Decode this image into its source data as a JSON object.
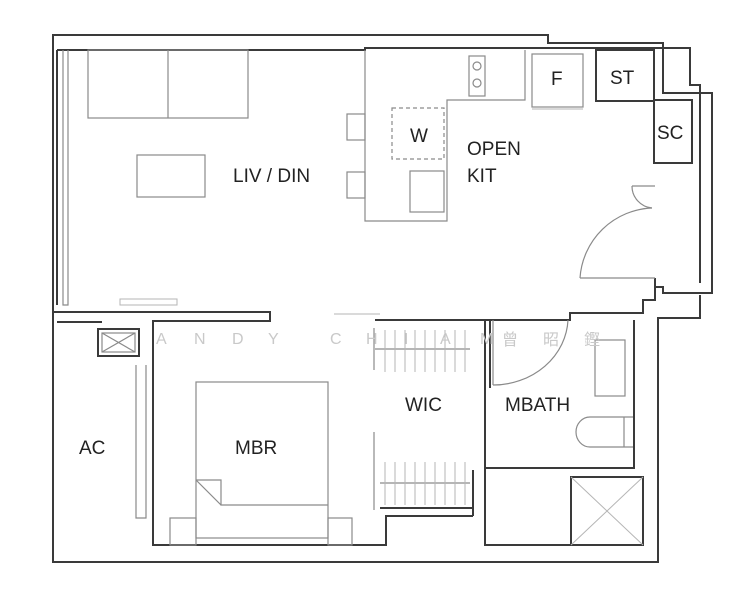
{
  "rooms": {
    "liv_din": "LIV / DIN",
    "open_kit_line1": "OPEN",
    "open_kit_line2": "KIT",
    "washer": "W",
    "fridge": "F",
    "store": "ST",
    "sc": "SC",
    "ac": "AC",
    "mbr": "MBR",
    "wic": "WIC",
    "mbath": "MBATH"
  },
  "watermark": {
    "latin": [
      "A",
      "N",
      "D",
      "Y",
      "C",
      "H",
      "I",
      "A",
      "M"
    ],
    "chinese": [
      "曾",
      "昭",
      "鏗"
    ]
  },
  "colors": {
    "wall": "#3a3a3a",
    "fixture": "#8a8a8a",
    "watermark": "#c9c9c9"
  }
}
